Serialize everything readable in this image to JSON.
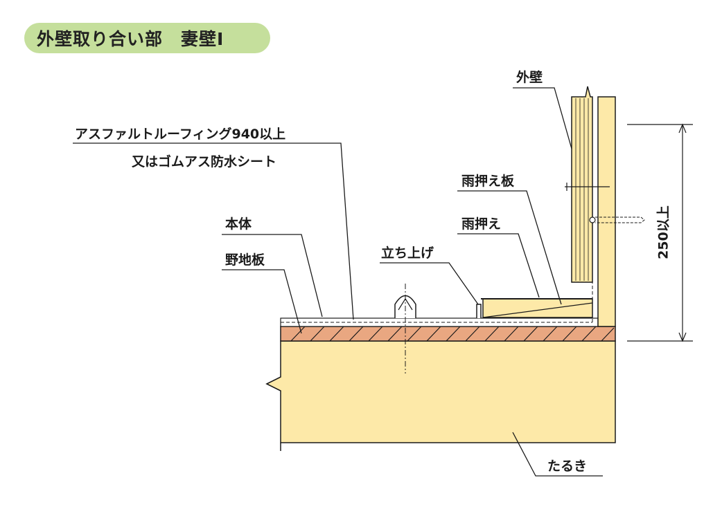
{
  "title": "外壁取り合い部　妻壁Ⅰ",
  "labels": {
    "outer_wall": "外壁",
    "roofing_line1": "アスファルトルーフィング940以上",
    "roofing_line2": "又はゴムアス防水シート",
    "flashing_board": "雨押え板",
    "flashing": "雨押え",
    "body": "本体",
    "sheathing": "野地板",
    "standing_seam": "立ち上げ",
    "rafter": "たるき",
    "dimension": "250以上"
  },
  "colors": {
    "wood": "#fde9a8",
    "sheathing": "#e9a781",
    "title_bg": "#c5df9c",
    "line": "#1a1a1a"
  }
}
